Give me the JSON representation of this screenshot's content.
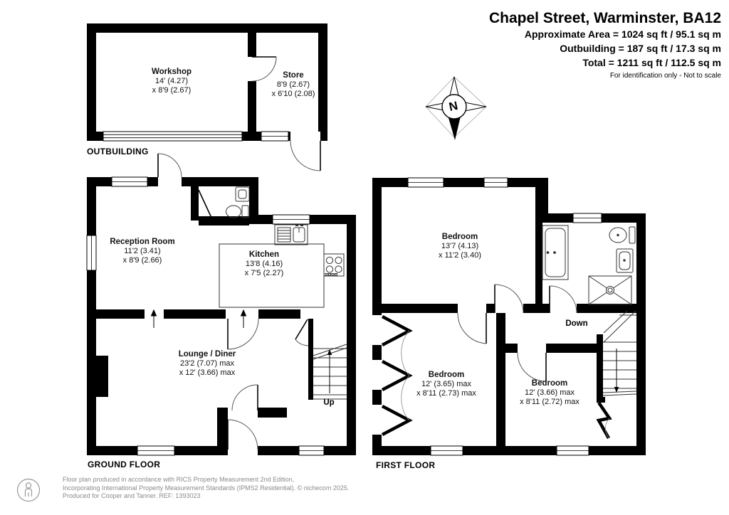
{
  "header": {
    "title": "Chapel Street, Warminster, BA12",
    "area_lines": [
      "Approximate Area = 1024 sq ft / 95.1 sq m",
      "Outbuilding = 187 sq ft / 17.3 sq m",
      "Total = 1211 sq ft / 112.5 sq m"
    ],
    "note": "For identification only - Not to scale"
  },
  "compass": {
    "north_label": "N"
  },
  "plans": {
    "outbuilding": {
      "label": "OUTBUILDING",
      "workshop": {
        "name": "Workshop",
        "dim1": "14' (4.27)",
        "dim2": "x 8'9 (2.67)"
      },
      "store": {
        "name": "Store",
        "dim1": "8'9 (2.67)",
        "dim2": "x 6'10 (2.08)"
      }
    },
    "ground": {
      "label": "GROUND FLOOR",
      "up_label": "Up",
      "reception": {
        "name": "Reception Room",
        "dim1": "11'2 (3.41)",
        "dim2": "x 8'9 (2.66)"
      },
      "kitchen": {
        "name": "Kitchen",
        "dim1": "13'8 (4.16)",
        "dim2": "x 7'5 (2.27)"
      },
      "lounge": {
        "name": "Lounge / Diner",
        "dim1": "23'2 (7.07) max",
        "dim2": "x 12' (3.66) max"
      }
    },
    "first": {
      "label": "FIRST FLOOR",
      "down_label": "Down",
      "bedroom1": {
        "name": "Bedroom",
        "dim1": "13'7 (4.13)",
        "dim2": "x 11'2 (3.40)"
      },
      "bedroom2": {
        "name": "Bedroom",
        "dim1": "12' (3.65) max",
        "dim2": "x 8'11 (2.73) max"
      },
      "bedroom3": {
        "name": "Bedroom",
        "dim1": "12' (3.66) max",
        "dim2": "x 8'11 (2.72) max"
      }
    }
  },
  "footer": {
    "line1": "Floor plan produced in accordance with RICS Property Measurement 2nd Edition,",
    "line2": "Incorporating International Property Measurement Standards (IPMS2 Residential).  © nichecom 2025.",
    "line3": "Produced for Cooper and Tanner.   REF: 1393023"
  },
  "colors": {
    "wall": "#000000",
    "thin_line": "#444444",
    "muted": "#8a8a8a"
  }
}
